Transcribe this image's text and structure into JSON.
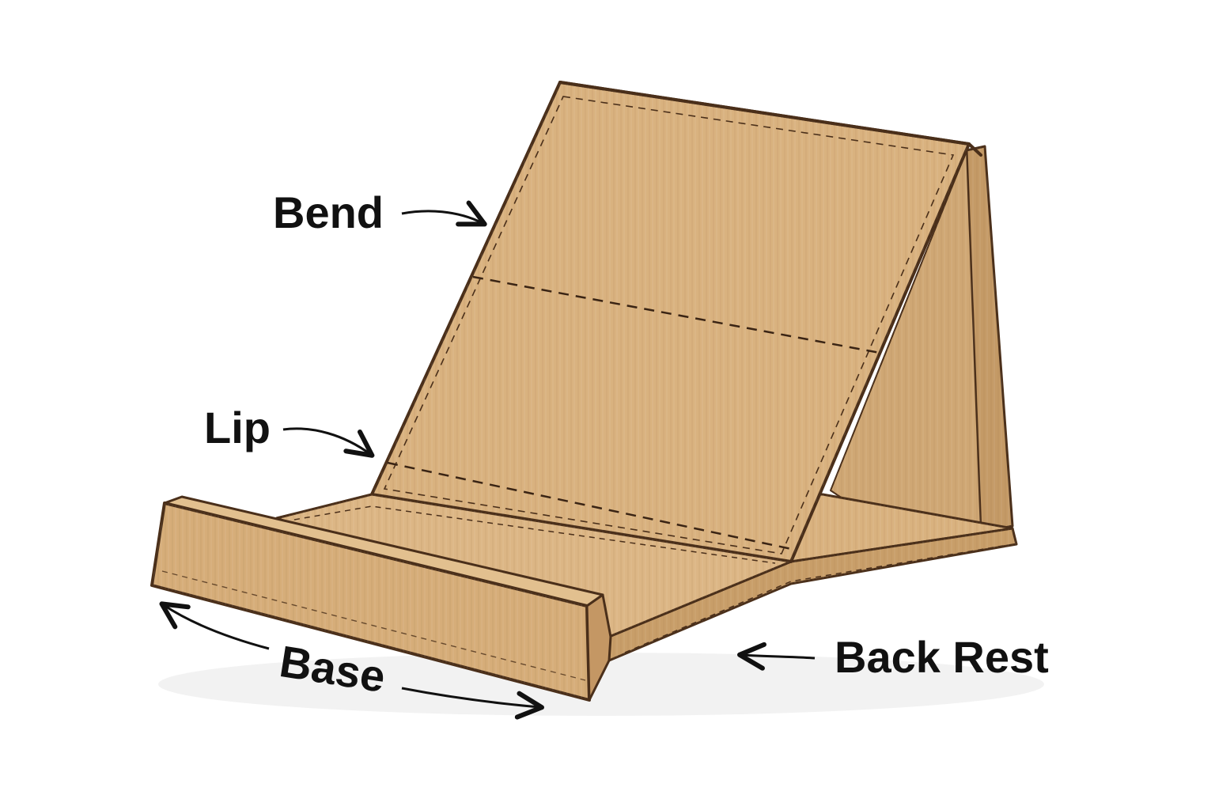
{
  "labels": {
    "bend": "Bend",
    "lip": "Lip",
    "base": "Base",
    "back_rest": "Back Rest"
  },
  "colors": {
    "cardboard_face": "#d8b17f",
    "cardboard_light": "#e0bd8d",
    "cardboard_dark": "#c59a64",
    "cardboard_shadow": "#b98c57",
    "outline": "#4a2f1a",
    "text": "#111111",
    "background": "#ffffff"
  }
}
